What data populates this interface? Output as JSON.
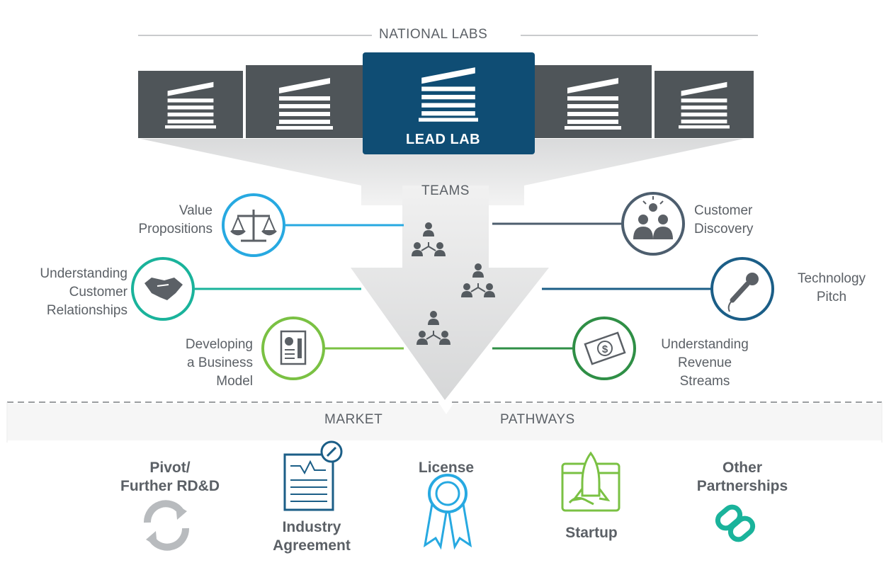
{
  "header": {
    "national_labs": "NATIONAL LABS"
  },
  "lead_lab": {
    "label": "LEAD LAB"
  },
  "teams": {
    "label": "TEAMS"
  },
  "skills_left": [
    {
      "label": "Value\nPropositions",
      "icon": "balance-scale-icon",
      "color": "#27a9e1"
    },
    {
      "label": "Understanding\nCustomer\nRelationships",
      "icon": "handshake-icon",
      "color": "#1ab39b"
    },
    {
      "label": "Developing\na Business\nModel",
      "icon": "report-document-icon",
      "color": "#7ac143"
    }
  ],
  "skills_right": [
    {
      "label": "Customer\nDiscovery",
      "icon": "people-idea-icon",
      "color": "#4d5e6e"
    },
    {
      "label": "Technology\nPitch",
      "icon": "microphone-icon",
      "color": "#1b5e87"
    },
    {
      "label": "Understanding\nRevenue\nStreams",
      "icon": "money-bill-icon",
      "color": "#2f8f46"
    }
  ],
  "market_pathways": {
    "market": "MARKET",
    "pathways": "PATHWAYS"
  },
  "pathways": [
    {
      "label": "Pivot/\nFurther RD&D",
      "icon": "refresh-arrows-icon"
    },
    {
      "label": "Industry\nAgreement",
      "icon": "contract-document-icon"
    },
    {
      "label": "License",
      "icon": "award-ribbon-icon"
    },
    {
      "label": "Startup",
      "icon": "rocket-launch-icon"
    },
    {
      "label": "Other\nPartnerships",
      "icon": "chain-link-icon"
    }
  ],
  "colors": {
    "lab_gray": "#4f5559",
    "lead_blue": "#0f4d74",
    "text": "#5b6066",
    "funnel": "#e4e5e6"
  }
}
